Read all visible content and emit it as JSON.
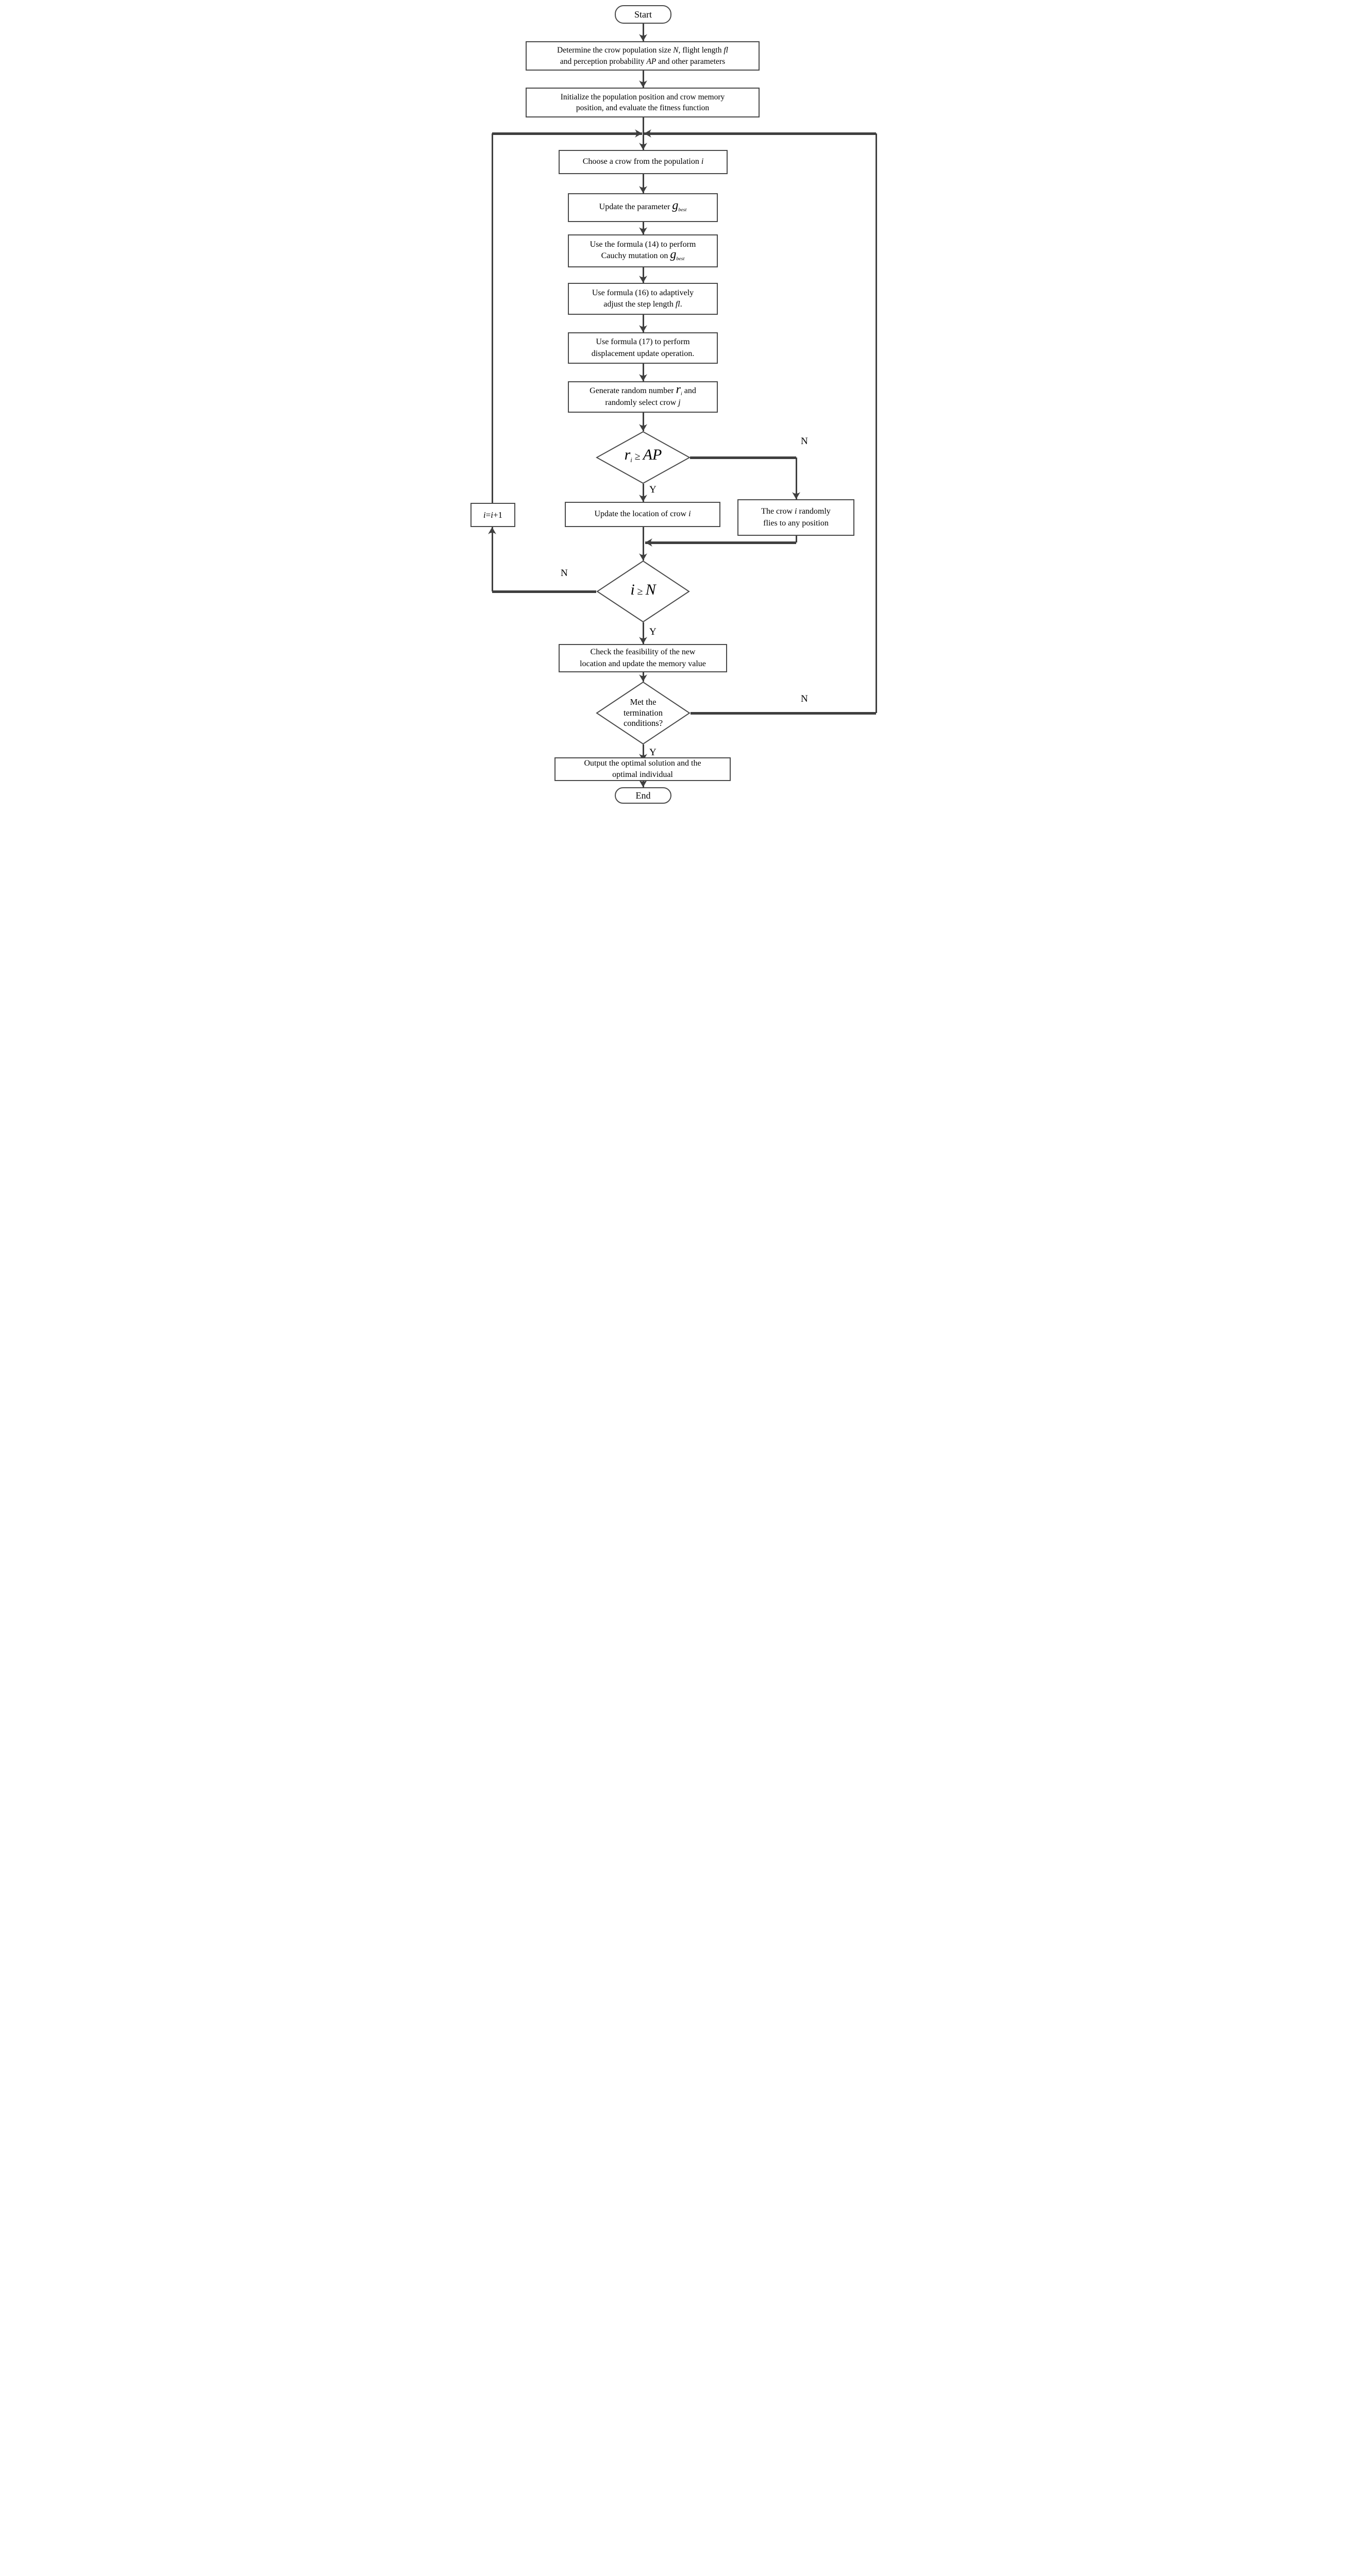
{
  "diagram": {
    "type": "flowchart",
    "description": "Crow search algorithm flowchart",
    "colors": {
      "background": "#ffffff",
      "line": "#3f3f3f",
      "box_border": "#4a4a4a",
      "text": "#000000"
    },
    "labels": {
      "yes": "Y",
      "no": "N"
    },
    "nodes": {
      "start": {
        "type": "terminal",
        "label": "Start"
      },
      "determine_params": {
        "type": "process",
        "lines": [
          "Determine the crow population size *N*, flight length *fl*",
          "and perception probability *AP* and other parameters"
        ]
      },
      "initialize_population": {
        "type": "process",
        "lines": [
          "Initialize the population position and crow memory",
          "position, and evaluate the fitness function"
        ]
      },
      "choose_crow": {
        "type": "process",
        "lines": [
          "Choose a crow from the population *i*"
        ]
      },
      "update_gbest": {
        "type": "process",
        "lines": [
          "Update the parameter ~g~_best_"
        ]
      },
      "cauchy_mutation": {
        "type": "process",
        "lines": [
          "Use the formula (14) to perform",
          "Cauchy mutation on ~g~_best_"
        ]
      },
      "adjust_step": {
        "type": "process",
        "lines": [
          "Use formula (16) to adaptively",
          "adjust the step length *fl*."
        ]
      },
      "displacement_update": {
        "type": "process",
        "lines": [
          "Use formula (17) to perform",
          "displacement update operation."
        ]
      },
      "generate_random": {
        "type": "process",
        "lines": [
          "Generate random number ~r~_i_ and",
          "randomly select crow *j*"
        ]
      },
      "decision_r_ap": {
        "type": "decision",
        "lines": [
          "~r~_i_ ≥ ~AP~"
        ]
      },
      "update_location": {
        "type": "process",
        "lines": [
          "Update the location of crow *i*"
        ]
      },
      "random_fly": {
        "type": "process",
        "lines": [
          "The crow *i* randomly",
          "flies to any position"
        ]
      },
      "increment_i": {
        "type": "process",
        "lines": [
          "*i*=*i*+1"
        ]
      },
      "decision_i_n": {
        "type": "decision",
        "lines": [
          "~i~ ≥ ~N~"
        ]
      },
      "check_feasibility": {
        "type": "process",
        "lines": [
          "Check the feasibility of the new",
          "location and update the memory value"
        ]
      },
      "decision_termination": {
        "type": "decision",
        "lines": [
          "Met the",
          "termination",
          "conditions?"
        ]
      },
      "output_solution": {
        "type": "process",
        "lines": [
          "Output the optimal solution and the",
          "optimal individual"
        ]
      },
      "end": {
        "type": "terminal",
        "label": "End"
      }
    }
  }
}
